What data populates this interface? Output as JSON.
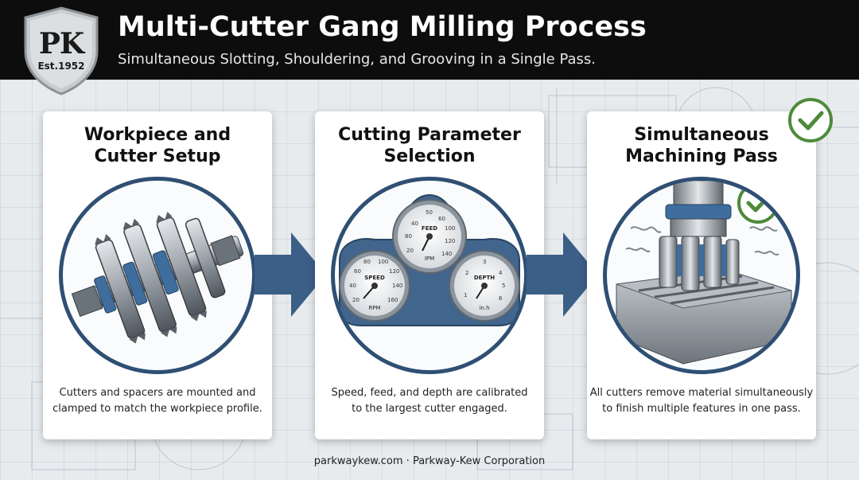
{
  "header": {
    "logo_main": "PK",
    "logo_est": "Est.1952",
    "title": "Multi-Cutter Gang Milling Process",
    "subtitle": "Simultaneous Slotting, Shouldering, and Grooving in a Single Pass."
  },
  "steps": [
    {
      "title_line1": "Workpiece and",
      "title_line2": "Cutter Setup",
      "text_line1": "Cutters and spacers are mounted and",
      "text_line2": "clamped to match the workpiece profile."
    },
    {
      "title_line1": "Cutting Parameter",
      "title_line2": "Selection",
      "text_line1": "Speed, feed, and depth are calibrated",
      "text_line2": "to the largest cutter engaged.",
      "gauges": {
        "speed": {
          "label": "SPEED",
          "unit": "RPM",
          "ticks": [
            "20",
            "40",
            "60",
            "80",
            "100",
            "120",
            "140",
            "160"
          ]
        },
        "feed": {
          "label": "FEED",
          "unit": "IPM",
          "ticks": [
            "20",
            "40",
            "50",
            "60",
            "80",
            "100",
            "120",
            "140"
          ]
        },
        "depth": {
          "label": "DEPTH",
          "unit": "in.h",
          "ticks": [
            "1",
            "2",
            "3",
            "4",
            "5",
            "6"
          ]
        }
      }
    },
    {
      "title_line1": "Simultaneous",
      "title_line2": "Machining Pass",
      "text_line1": "All cutters remove material simultaneously",
      "text_line2": "to finish multiple features in one pass."
    }
  ],
  "footer": {
    "text": "parkwaykew.com · Parkway-Kew Corporation"
  },
  "colors": {
    "header_bg": "#0d0d0d",
    "accent_blue": "#2f4f73",
    "arrow_blue": "#3c5f87",
    "check_green": "#4d8a3a"
  }
}
